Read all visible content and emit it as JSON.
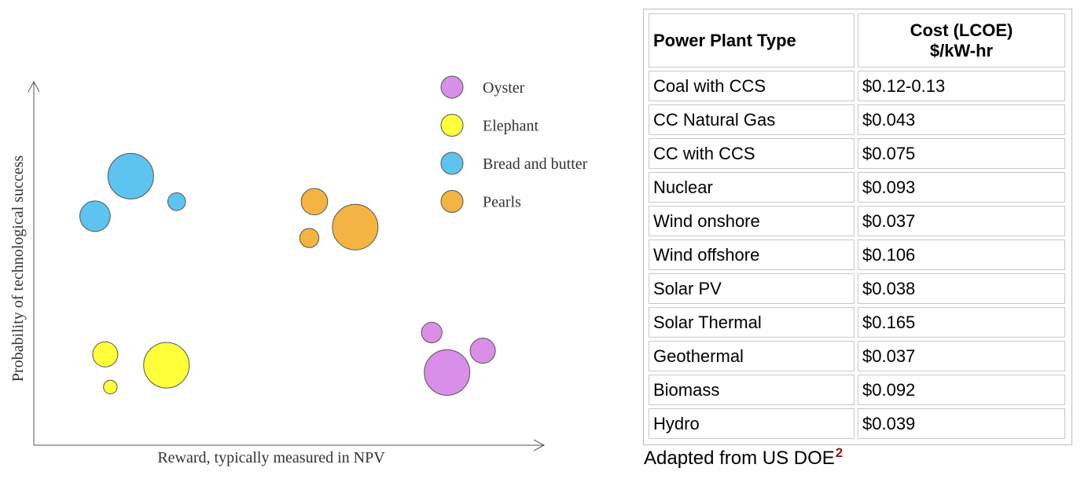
{
  "chart_data": {
    "type": "scatter",
    "xlabel": "Reward, typically measured in NPV",
    "ylabel": "Probability of technological success",
    "xlim": [
      0,
      1
    ],
    "ylim": [
      0,
      1
    ],
    "legend_position": "top-right",
    "series": [
      {
        "name": "Oyster",
        "color": "#d98ee8",
        "points": [
          {
            "x": 0.78,
            "y": 0.31,
            "size": 0.45
          },
          {
            "x": 0.88,
            "y": 0.26,
            "size": 0.55
          },
          {
            "x": 0.81,
            "y": 0.2,
            "size": 1.0
          }
        ]
      },
      {
        "name": "Elephant",
        "color": "#ffff3a",
        "points": [
          {
            "x": 0.14,
            "y": 0.25,
            "size": 0.55
          },
          {
            "x": 0.26,
            "y": 0.22,
            "size": 1.0
          },
          {
            "x": 0.15,
            "y": 0.16,
            "size": 0.3
          }
        ]
      },
      {
        "name": "Bread and butter",
        "color": "#5cc4ef",
        "points": [
          {
            "x": 0.19,
            "y": 0.74,
            "size": 1.0
          },
          {
            "x": 0.28,
            "y": 0.67,
            "size": 0.39
          },
          {
            "x": 0.12,
            "y": 0.63,
            "size": 0.67
          }
        ]
      },
      {
        "name": "Pearls",
        "color": "#f4b441",
        "points": [
          {
            "x": 0.55,
            "y": 0.67,
            "size": 0.58
          },
          {
            "x": 0.63,
            "y": 0.6,
            "size": 1.0
          },
          {
            "x": 0.54,
            "y": 0.57,
            "size": 0.42
          }
        ]
      }
    ]
  },
  "table": {
    "headers": {
      "type": "Power Plant Type",
      "cost_line1": "Cost (LCOE)",
      "cost_line2": "$/kW-hr"
    },
    "rows": [
      {
        "type": "Coal with CCS",
        "cost": "$0.12-0.13"
      },
      {
        "type": "CC Natural Gas",
        "cost": "$0.043"
      },
      {
        "type": "CC with CCS",
        "cost": "$0.075"
      },
      {
        "type": "Nuclear",
        "cost": "$0.093"
      },
      {
        "type": "Wind onshore",
        "cost": "$0.037"
      },
      {
        "type": "Wind offshore",
        "cost": "$0.106"
      },
      {
        "type": "Solar PV",
        "cost": "$0.038"
      },
      {
        "type": "Solar Thermal",
        "cost": "$0.165"
      },
      {
        "type": "Geothermal",
        "cost": "$0.037"
      },
      {
        "type": "Biomass",
        "cost": "$0.092"
      },
      {
        "type": "Hydro",
        "cost": "$0.039"
      }
    ]
  },
  "source": {
    "text": "Adapted from US DOE",
    "ref": "2"
  }
}
